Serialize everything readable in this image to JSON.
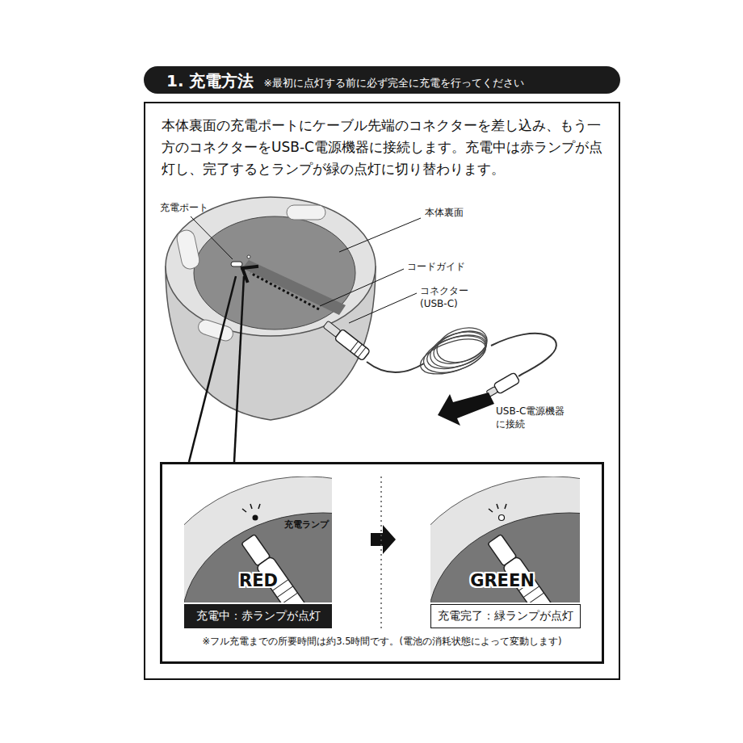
{
  "diagram": {
    "nodes": [
      {
        "text": [
          "1. 充電方法",
          "※最初に点灯する前に必ず完全に充電を行ってください"
        ]
      },
      {
        "text": [
          "本体裏面の充電ポートにケーブル先端のコネクターを差し込み、もう一方のコネクターをUSB-C電源機器に接続します。充電中は赤ランプが点灯し、完了するとランプが緑の点灯に切り替わります。"
        ]
      },
      {
        "text": [
          "※フル充電までの所要時間は約3.5時間です。(電池の消耗状態によって変動します)"
        ],
        "in": 1
      },
      {
        "text": [
          "充電中：赤ランプが点灯"
        ],
        "in": 2
      },
      {
        "text": [
          "充電完了：緑ランプが点灯"
        ],
        "in": 2
      }
    ],
    "labels": [
      "充電ポート",
      "本体裏面",
      "コードガイド",
      "コネクター (USB-C)",
      "USB-C電源機器 に接続",
      "充電ランプ",
      "RED",
      "GREEN"
    ]
  }
}
